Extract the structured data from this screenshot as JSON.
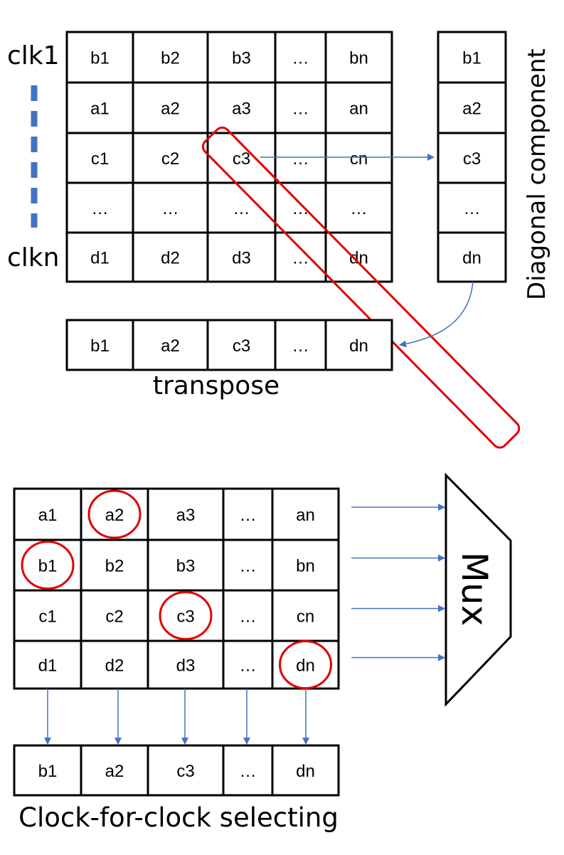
{
  "top": {
    "row_labels": [
      "clk1",
      "clkn"
    ],
    "matrix": [
      [
        "b1",
        "b2",
        "b3",
        "…",
        "bn"
      ],
      [
        "a1",
        "a2",
        "a3",
        "…",
        "an"
      ],
      [
        "c1",
        "c2",
        "c3",
        "…",
        "cn"
      ],
      [
        "…",
        "…",
        "…",
        "…",
        "…"
      ],
      [
        "d1",
        "d2",
        "d3",
        "…",
        "dn"
      ]
    ],
    "diagonal": [
      "b1",
      "a2",
      "c3",
      "…",
      "dn"
    ],
    "diagonal_label": "Diagonal component",
    "transpose_row": [
      "b1",
      "a2",
      "c3",
      "…",
      "dn"
    ],
    "transpose_label": "transpose"
  },
  "bottom": {
    "matrix": [
      [
        "a1",
        "a2",
        "a3",
        "…",
        "an"
      ],
      [
        "b1",
        "b2",
        "b3",
        "…",
        "bn"
      ],
      [
        "c1",
        "c2",
        "c3",
        "…",
        "cn"
      ],
      [
        "d1",
        "d2",
        "d3",
        "…",
        "dn"
      ]
    ],
    "circled": [
      "a2",
      "b1",
      "c3",
      "dn"
    ],
    "mux_label": "Mux",
    "output_row": [
      "b1",
      "a2",
      "c3",
      "…",
      "dn"
    ],
    "caption": "Clock-for-clock selecting"
  },
  "colors": {
    "arrow": "#4472C4",
    "highlight": "#E00000",
    "border": "#000000"
  }
}
